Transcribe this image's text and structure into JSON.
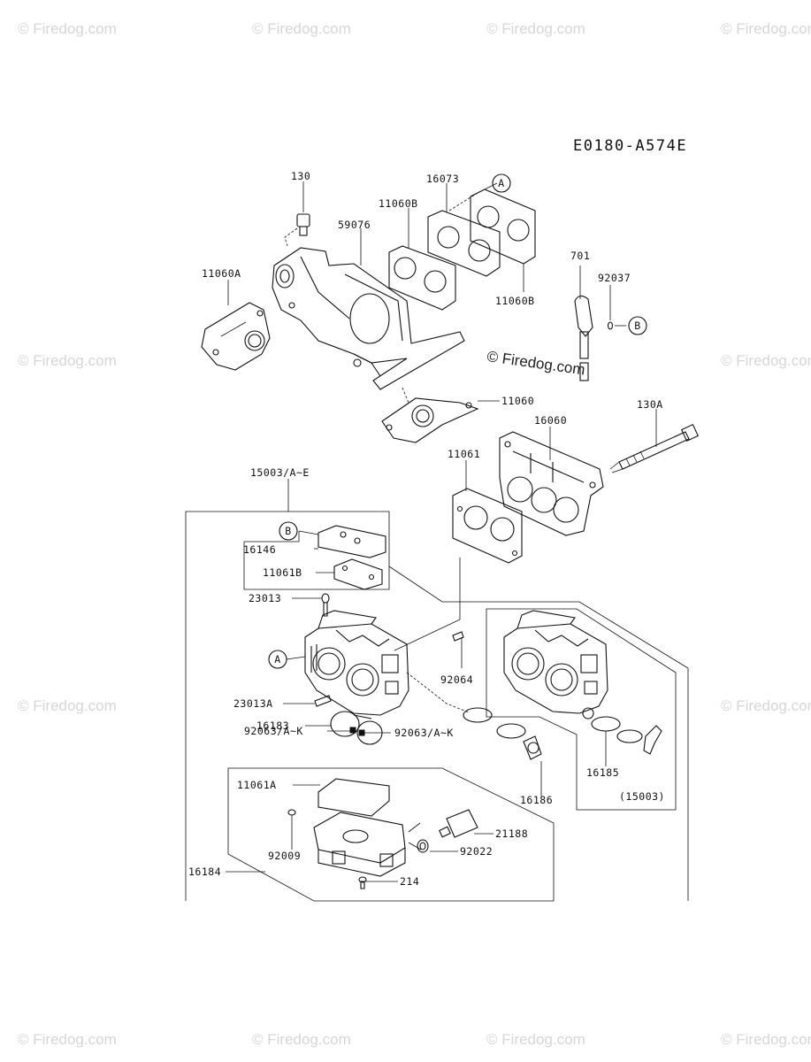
{
  "diagram_code": "E0180-A574E",
  "watermark": "© Firedog.com",
  "watermark_center": "© Firedog.com",
  "callouts": {
    "A_top": "A",
    "B_right": "B",
    "B_left": "B",
    "A_left": "A"
  },
  "labels": {
    "p130": "130",
    "p16073": "16073",
    "p11060B_top": "11060B",
    "p59076": "59076",
    "p11060A": "11060A",
    "p11060B_right": "11060B",
    "p701": "701",
    "p92037": "92037",
    "p11060": "11060",
    "p130A": "130A",
    "p16060": "16060",
    "p11061": "11061",
    "p15003": "15003/A~E",
    "p16146": "16146",
    "p11061B": "11061B",
    "p23013": "23013",
    "p92064": "92064",
    "p23013A": "23013A",
    "p16183": "16183",
    "p92063_left": "92063/A~K",
    "p92063_right": "92063/A~K",
    "p11061A": "11061A",
    "p16186": "16186",
    "p16185": "16185",
    "p15003_paren": "(15003)",
    "p21188": "21188",
    "p92009": "92009",
    "p92022": "92022",
    "p16184": "16184",
    "p214": "214"
  }
}
